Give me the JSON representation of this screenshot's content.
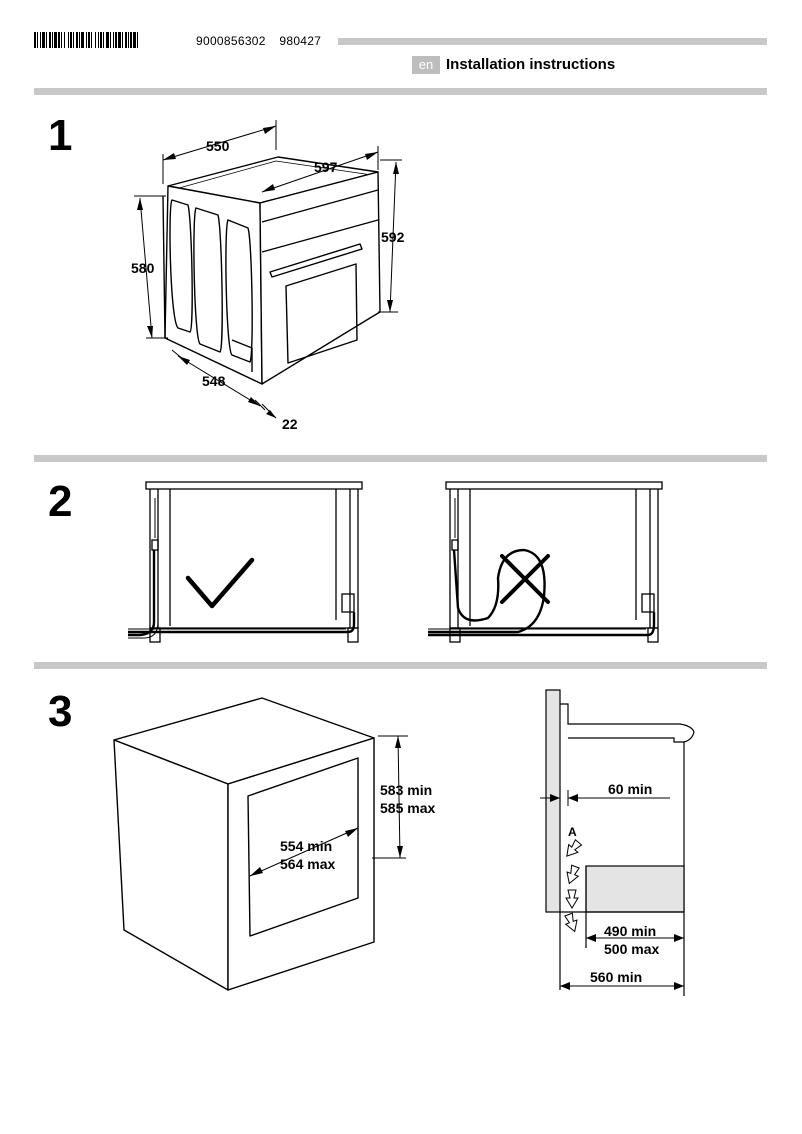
{
  "header": {
    "code1": "9000856302",
    "code2": "980427",
    "lang": "en",
    "title": "Installation instructions"
  },
  "steps": {
    "s1": "1",
    "s2": "2",
    "s3": "3"
  },
  "fig1": {
    "depth": "550",
    "width": "597",
    "height": "592",
    "side_height": "580",
    "body_depth": "548",
    "front": "22"
  },
  "fig3": {
    "height_min": "583 min",
    "height_max": "585 max",
    "width_min": "554 min",
    "width_max": "564 max",
    "gap": "60 min",
    "label_a": "A",
    "depth_min": "490 min",
    "depth_max": "500 max",
    "total_depth": "560 min"
  }
}
